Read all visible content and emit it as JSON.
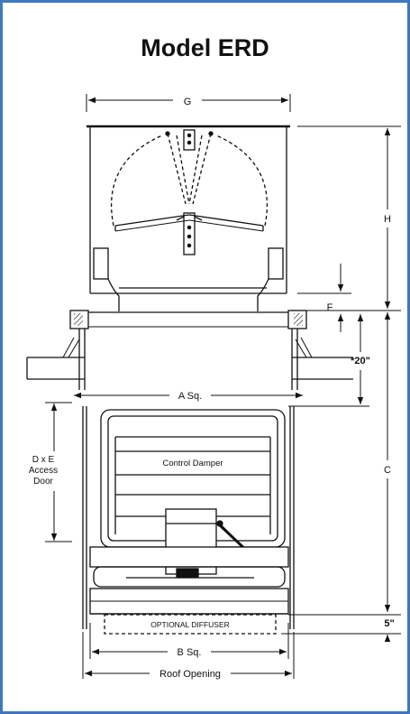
{
  "title": "Model ERD",
  "labels": {
    "g": "G",
    "h": "H",
    "f": "F",
    "twenty_in": "*20\"",
    "a_sq": "A Sq.",
    "c": "C",
    "dxe_line1": "D x E",
    "dxe_line2": "Access",
    "dxe_line3": "Door",
    "control_damper": "Control Damper",
    "optional_diffuser": "OPTIONAL DIFFUSER",
    "five_in": "5\"",
    "b_sq": "B Sq.",
    "roof_opening": "Roof Opening"
  },
  "colors": {
    "border": "#3d78c0",
    "line": "#111111"
  }
}
